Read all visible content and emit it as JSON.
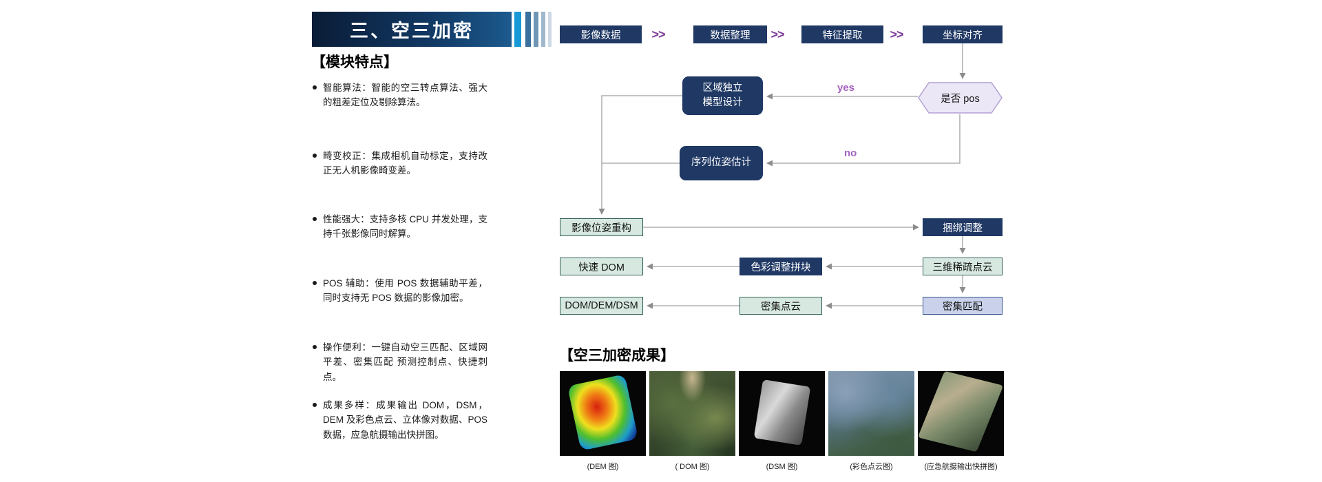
{
  "banner": {
    "title": "三、空三加密"
  },
  "features": {
    "heading": "【模块特点】",
    "items": [
      "智能算法：智能的空三转点算法、强大的粗差定位及剔除算法。",
      "畸变校正：集成相机自动标定，支持改正无人机影像畸变差。",
      "性能强大：支持多核 CPU 并发处理，支持千张影像同时解算。",
      "POS 辅助：使用 POS 数据辅助平差，同时支持无 POS 数据的影像加密。",
      "操作便利：一键自动空三匹配、区域网平差、密集匹配 预测控制点、快捷刺点。",
      "成果多样：成果输出 DOM，DSM，DEM 及彩色点云、立体像对数据、POS 数据，应急航摄输出快拼图。"
    ]
  },
  "flowchart": {
    "top_steps": [
      "影像数据",
      "数据整理",
      "特征提取",
      "坐标对齐"
    ],
    "arrow_symbol": ">>",
    "decision": "是否 pos",
    "yes_label": "yes",
    "no_label": "no",
    "nodes": {
      "region_model_line1": "区域独立",
      "region_model_line2": "模型设计",
      "sequence_pose": "序列位姿估计",
      "image_pose_rebuild": "影像位姿重构",
      "bundle_adjustment": "捆绑调整",
      "fast_dom": "快速 DOM",
      "color_adjust_mosaic": "色彩调整拼块",
      "sparse_point_cloud": "三维稀疏点云",
      "dom_dem_dsm": "DOM/DEM/DSM",
      "dense_point_cloud": "密集点云",
      "dense_matching": "密集匹配"
    }
  },
  "results": {
    "heading": "【空三加密成果】",
    "images": [
      {
        "caption": "(DEM 图)"
      },
      {
        "caption": "( DOM 图)"
      },
      {
        "caption": "(DSM 图)"
      },
      {
        "caption": "(彩色点云图)"
      },
      {
        "caption": "(应急航摄输出快拼图)"
      }
    ]
  },
  "colors": {
    "navy": "#1f3864",
    "purple": "#7d3f98",
    "green_box_fill": "#d6e8e0",
    "green_box_border": "#2f5f55",
    "lavender_box_fill": "#c9d2ea",
    "hexagon_fill": "#ece7f6",
    "hexagon_border": "#b3a0d2",
    "banner_accent": "#1899d6"
  }
}
